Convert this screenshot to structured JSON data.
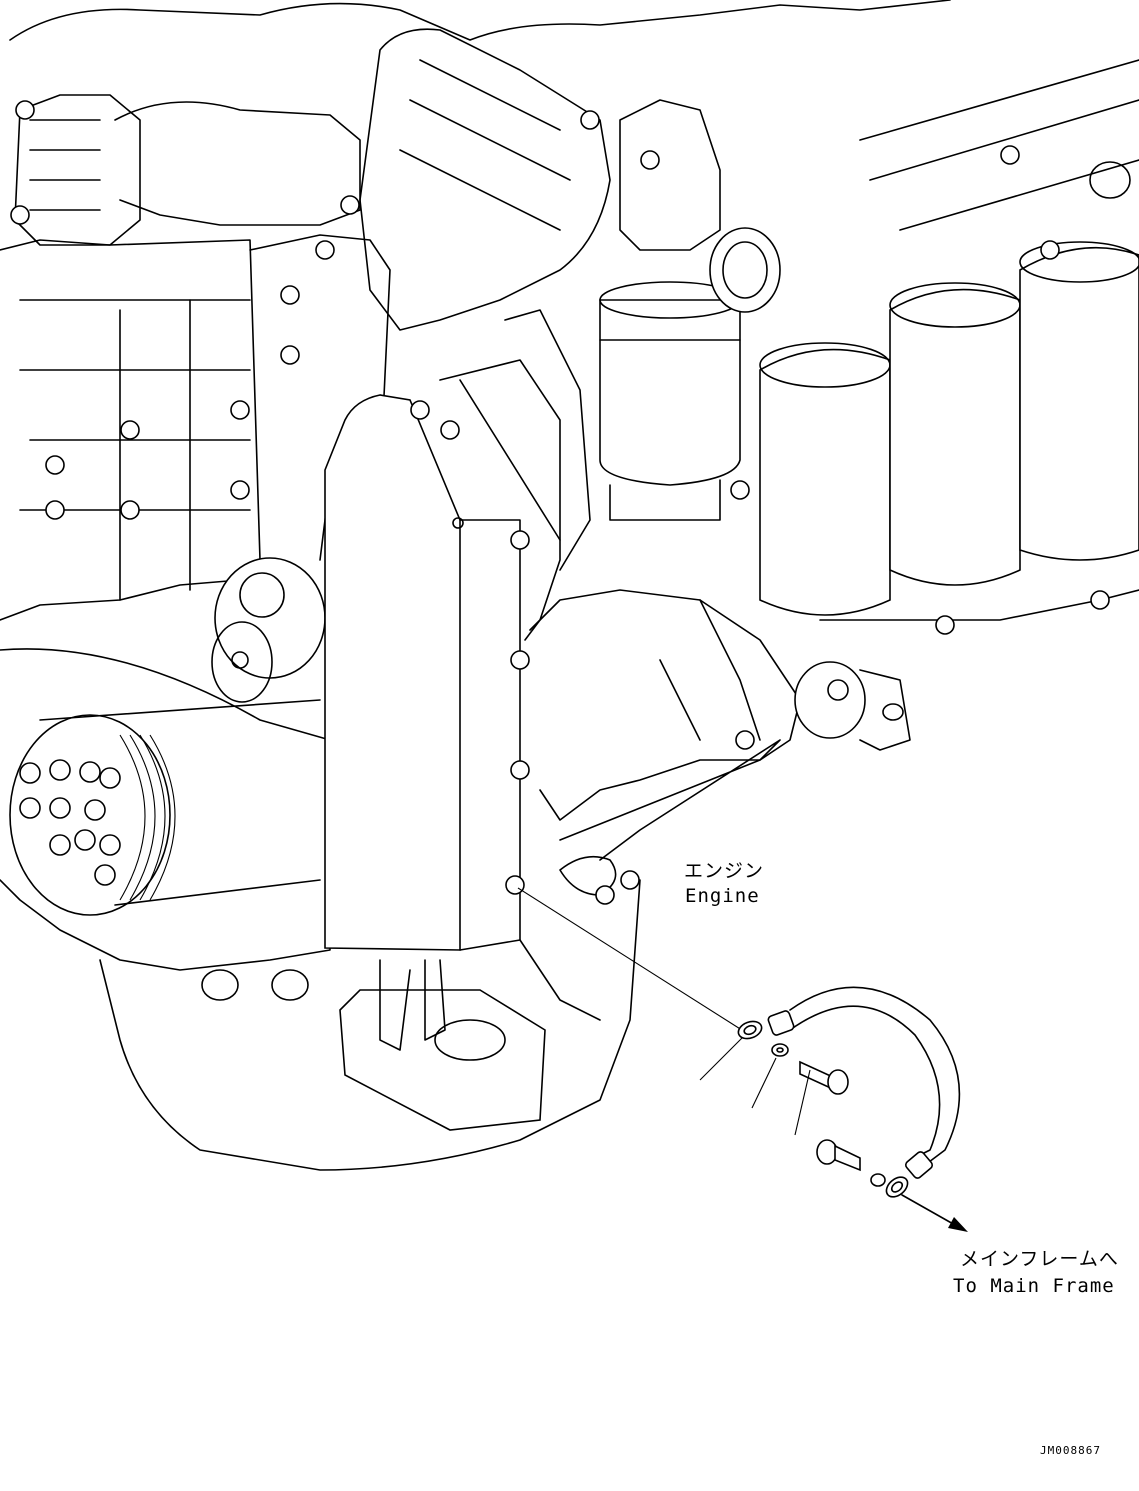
{
  "labels": {
    "engine_jp": "エンジン",
    "engine_en": "Engine",
    "main_frame_jp": "メインフレームへ",
    "main_frame_en": "To Main Frame"
  },
  "drawing_code": "JM008867",
  "colors": {
    "line": "#000000",
    "background": "#ffffff"
  }
}
